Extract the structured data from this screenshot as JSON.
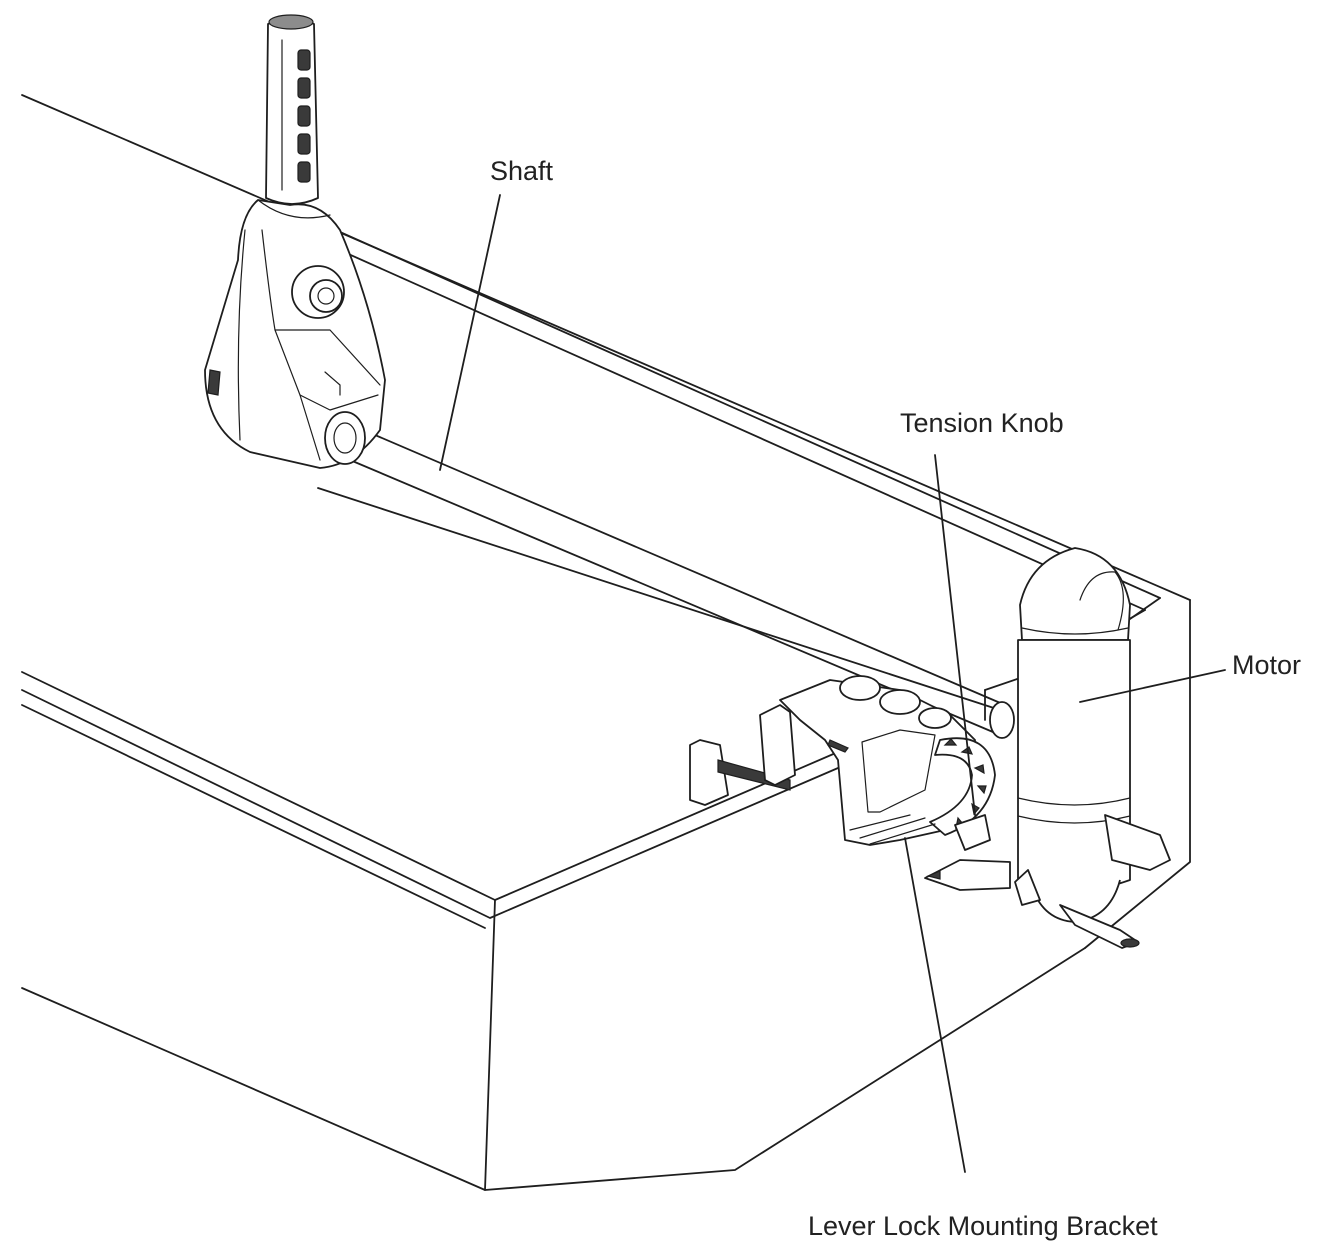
{
  "labels": {
    "shaft": "Shaft",
    "tension_knob": "Tension Knob",
    "motor": "Motor",
    "lever_lock_mounting_bracket": "Lever Lock Mounting Bracket"
  },
  "colors": {
    "line": "#1e1e1e",
    "background": "#ffffff",
    "text": "#222222"
  }
}
